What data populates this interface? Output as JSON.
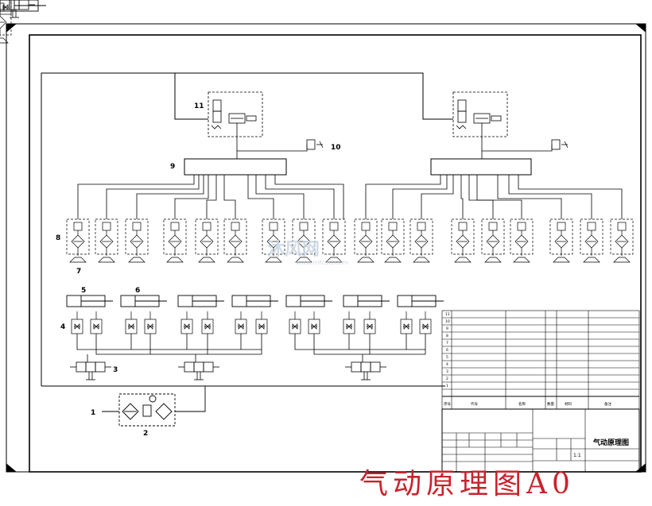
{
  "drawing": {
    "caption": "气动原理图A0",
    "watermark_text": "沐风网",
    "watermark_url": "www.mfcad.com"
  },
  "labels": {
    "n1": "1",
    "n2": "2",
    "n3": "3",
    "n4": "4",
    "n5": "5",
    "n6": "6",
    "n7": "7",
    "n8": "8",
    "n9": "9",
    "n10": "10",
    "n11": "11"
  },
  "title_block": {
    "drawing_title": "气动原理图",
    "scale": "1:1",
    "bom_header": [
      "序号",
      "代号",
      "名称",
      "数量",
      "材料",
      "备注"
    ]
  },
  "colors": {
    "line": "#000000",
    "caption": "#c8232c",
    "watermark": "#c9d6e3"
  }
}
